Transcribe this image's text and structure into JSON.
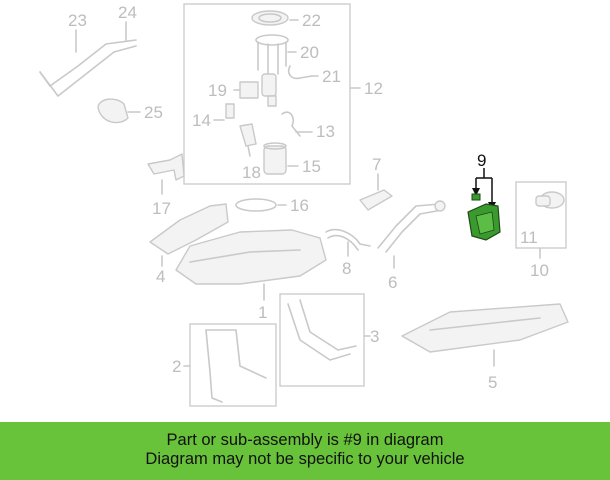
{
  "callouts": {
    "n1": "1",
    "n2": "2",
    "n3": "3",
    "n4": "4",
    "n5": "5",
    "n6": "6",
    "n7": "7",
    "n8": "8",
    "n9": "9",
    "n10": "10",
    "n11": "11",
    "n12": "12",
    "n13": "13",
    "n14": "14",
    "n15": "15",
    "n16": "16",
    "n17": "17",
    "n18": "18",
    "n19": "19",
    "n20": "20",
    "n21": "21",
    "n22": "22",
    "n23": "23",
    "n24": "24",
    "n25": "25"
  },
  "highlight": {
    "part": "9",
    "color": "#3b9a2e"
  },
  "banner": {
    "line1": "Part or sub-assembly is #9 in diagram",
    "line2": "Diagram may not be specific to your vehicle",
    "color": "#68c23a"
  }
}
